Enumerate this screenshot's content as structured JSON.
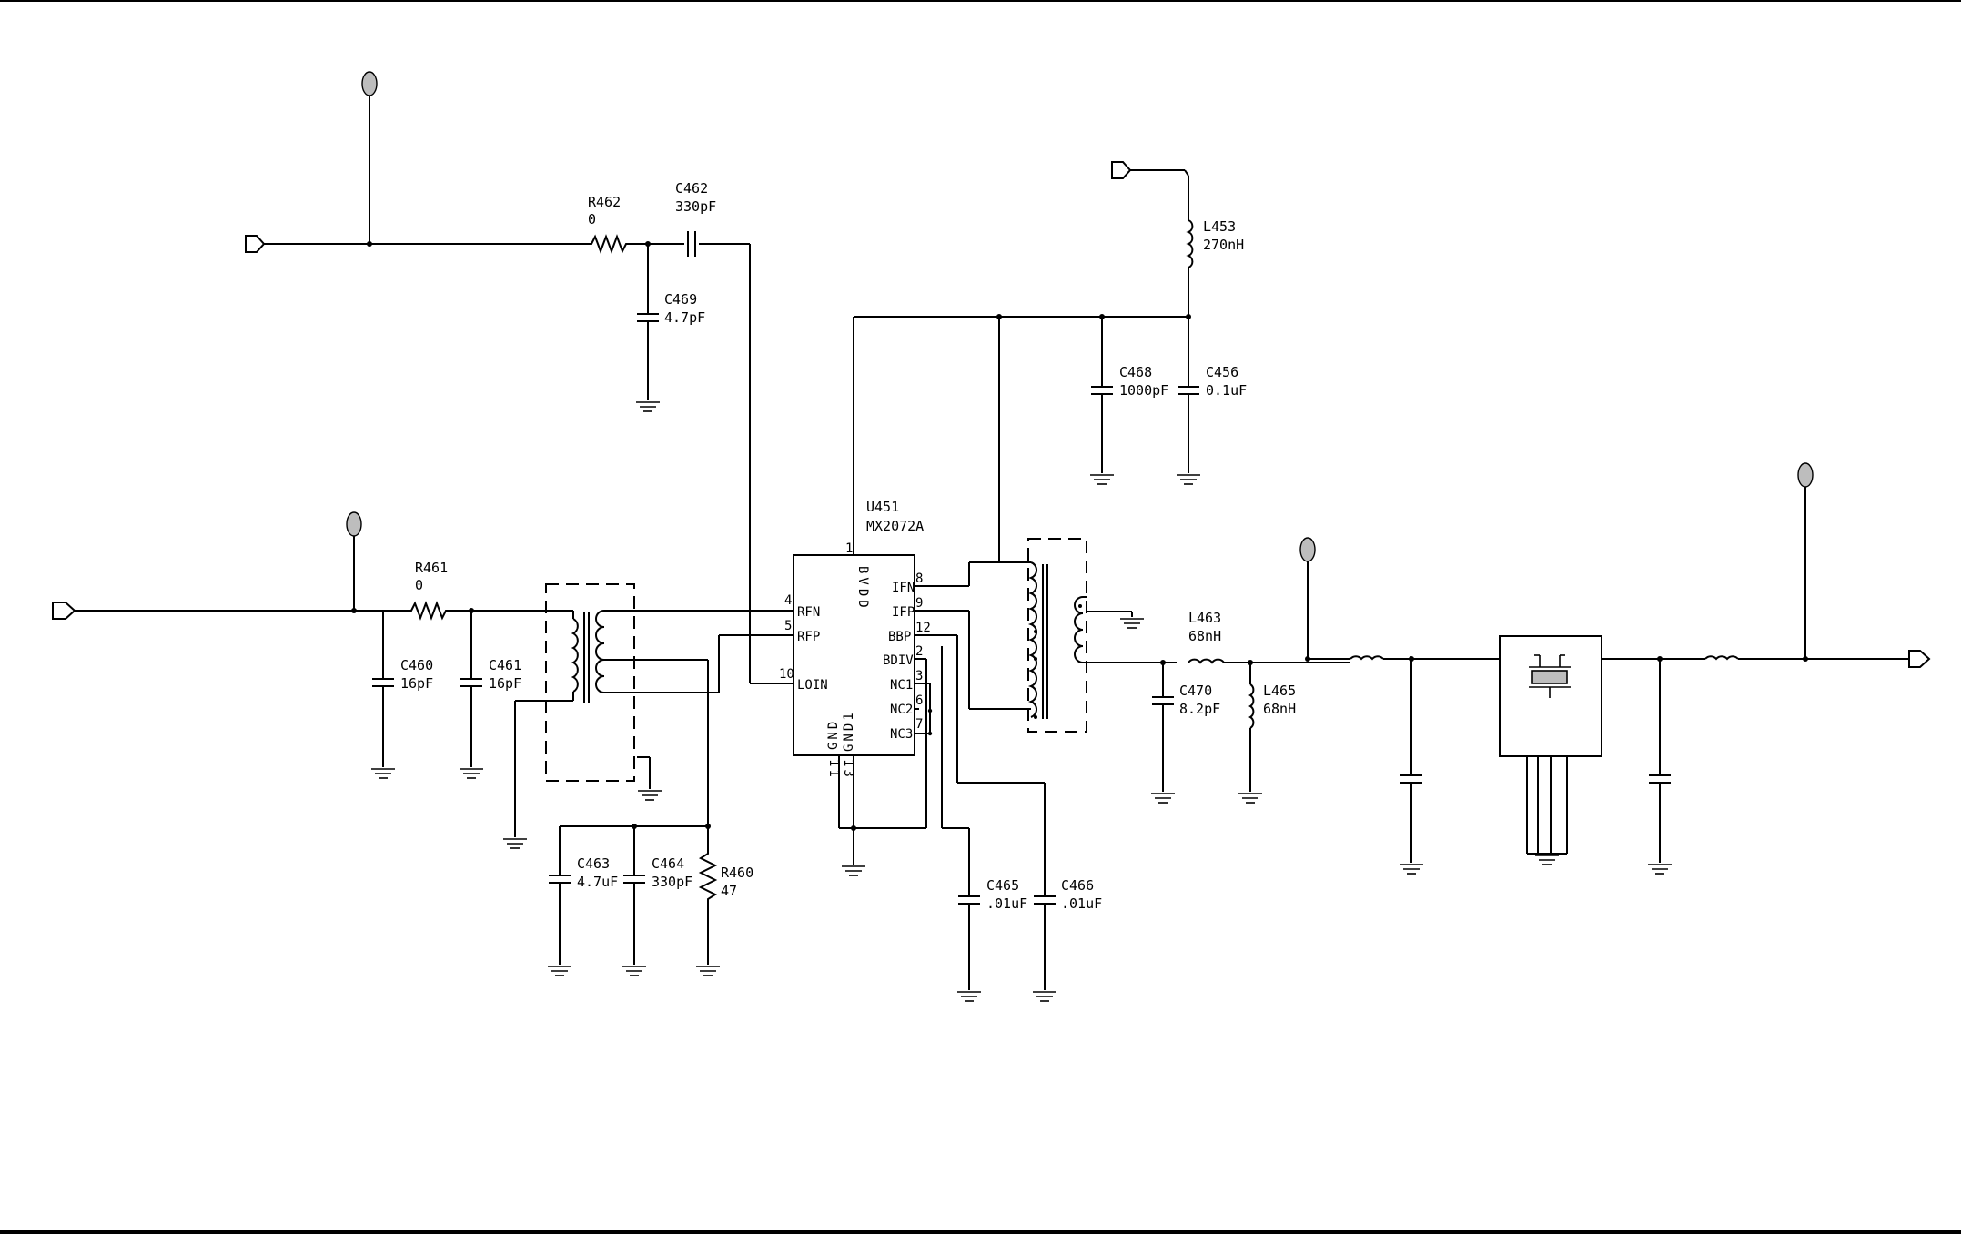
{
  "ic": {
    "ref": "U451",
    "part": "MX2072A",
    "vdd_label": "BVDD",
    "gnd_label": "GND",
    "gnd1_label": "GND1",
    "pins_left": [
      {
        "num": "4",
        "name": "RFN"
      },
      {
        "num": "5",
        "name": "RFP"
      },
      {
        "num": "10",
        "name": "LOIN"
      }
    ],
    "pins_right": [
      {
        "num": "8",
        "name": "IFN"
      },
      {
        "num": "9",
        "name": "IFP"
      },
      {
        "num": "12",
        "name": "BBP"
      },
      {
        "num": "2",
        "name": "BDIV"
      },
      {
        "num": "3",
        "name": "NC1"
      },
      {
        "num": "6",
        "name": "NC2"
      },
      {
        "num": "7",
        "name": "NC3"
      }
    ],
    "pin_top": "1",
    "pins_bottom": [
      "11",
      "13"
    ]
  },
  "components": [
    {
      "ref": "R462",
      "value": "0"
    },
    {
      "ref": "C462",
      "value": "330pF"
    },
    {
      "ref": "C469",
      "value": "4.7pF"
    },
    {
      "ref": "L453",
      "value": "270nH"
    },
    {
      "ref": "C468",
      "value": "1000pF"
    },
    {
      "ref": "C456",
      "value": "0.1uF"
    },
    {
      "ref": "R461",
      "value": "0"
    },
    {
      "ref": "C460",
      "value": "16pF"
    },
    {
      "ref": "C461",
      "value": "16pF"
    },
    {
      "ref": "C463",
      "value": "4.7uF"
    },
    {
      "ref": "C464",
      "value": "330pF"
    },
    {
      "ref": "R460",
      "value": "47"
    },
    {
      "ref": "C465",
      "value": ".01uF"
    },
    {
      "ref": "C466",
      "value": ".01uF"
    },
    {
      "ref": "L463",
      "value": "68nH"
    },
    {
      "ref": "C470",
      "value": "8.2pF"
    },
    {
      "ref": "L465",
      "value": "68nH"
    }
  ]
}
